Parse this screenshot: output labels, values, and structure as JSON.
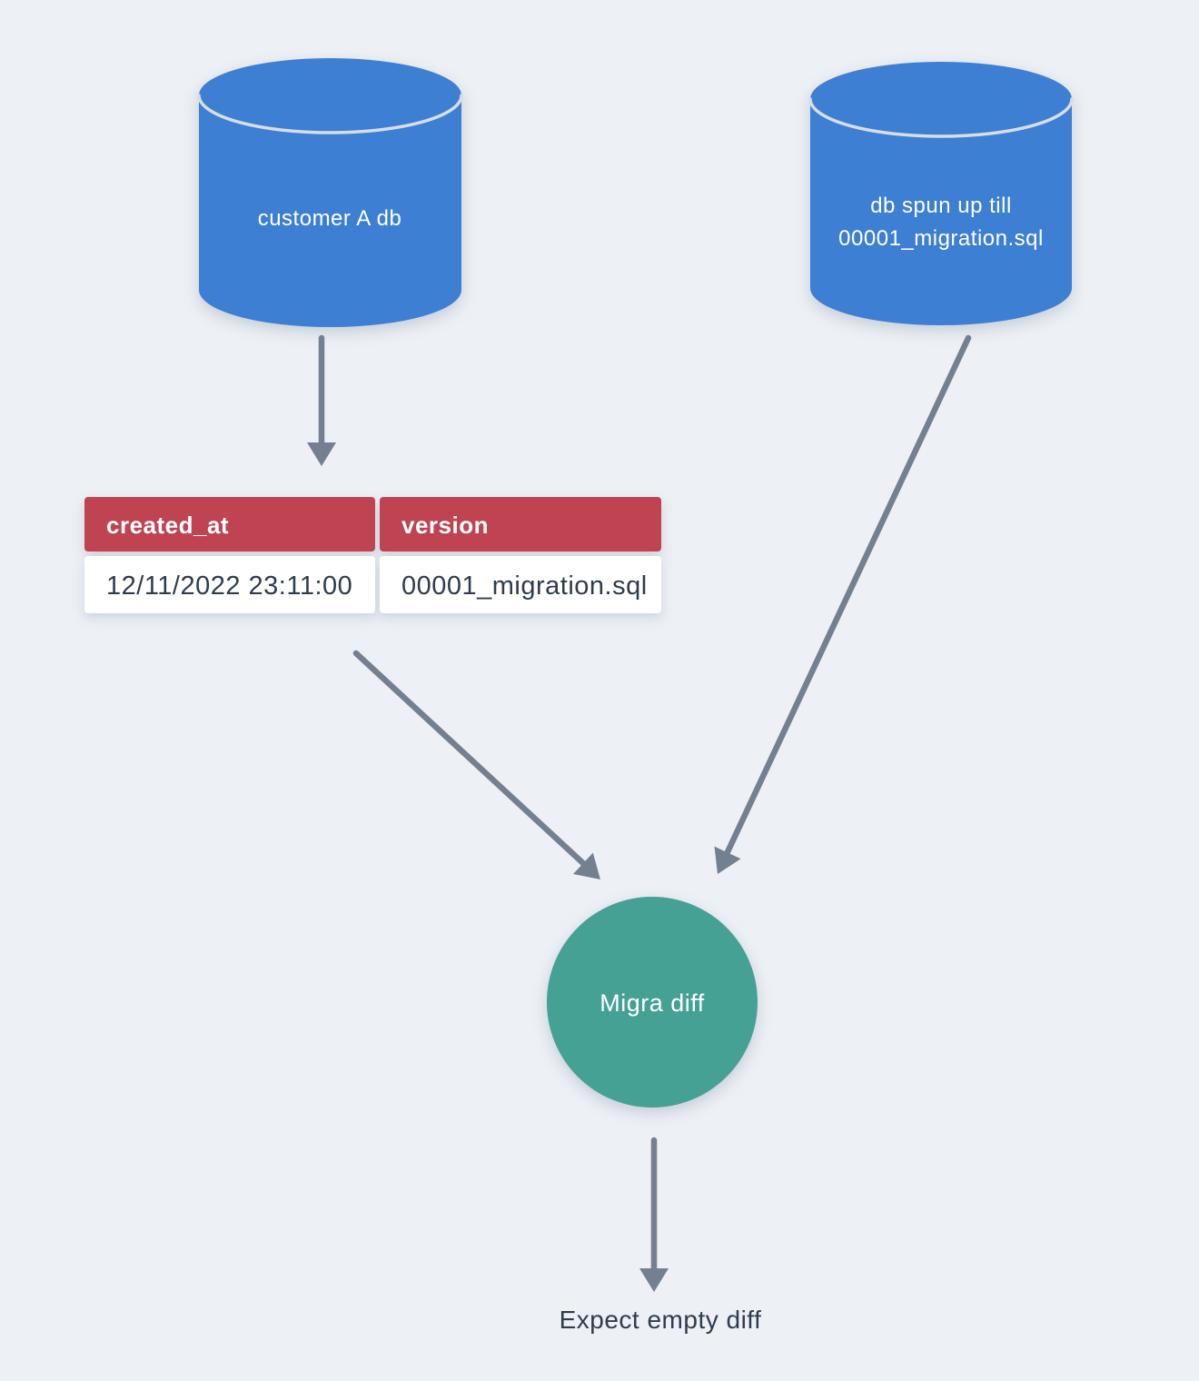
{
  "colors": {
    "background": "#edf0f5",
    "db_blue": "#3c7fd3",
    "rim_light": "#d8dde4",
    "table_header_red": "#bf4351",
    "table_body_white": "#ffffff",
    "teal_green": "#45a194",
    "arrow_gray": "#72808f",
    "dark_text": "#2d3c4e",
    "white_text": "#ffffff"
  },
  "nodes": {
    "customer_db": {
      "label": "customer A db"
    },
    "spun_up_db": {
      "label_line1": "db spun up till",
      "label_line2": "00001_migration.sql"
    },
    "migra_diff": {
      "label": "Migra diff"
    },
    "result": {
      "label": "Expect empty diff"
    }
  },
  "table": {
    "columns": [
      "created_at",
      "version"
    ],
    "rows": [
      {
        "created_at": "12/11/2022 23:11:00",
        "version": "00001_migration.sql"
      }
    ]
  }
}
